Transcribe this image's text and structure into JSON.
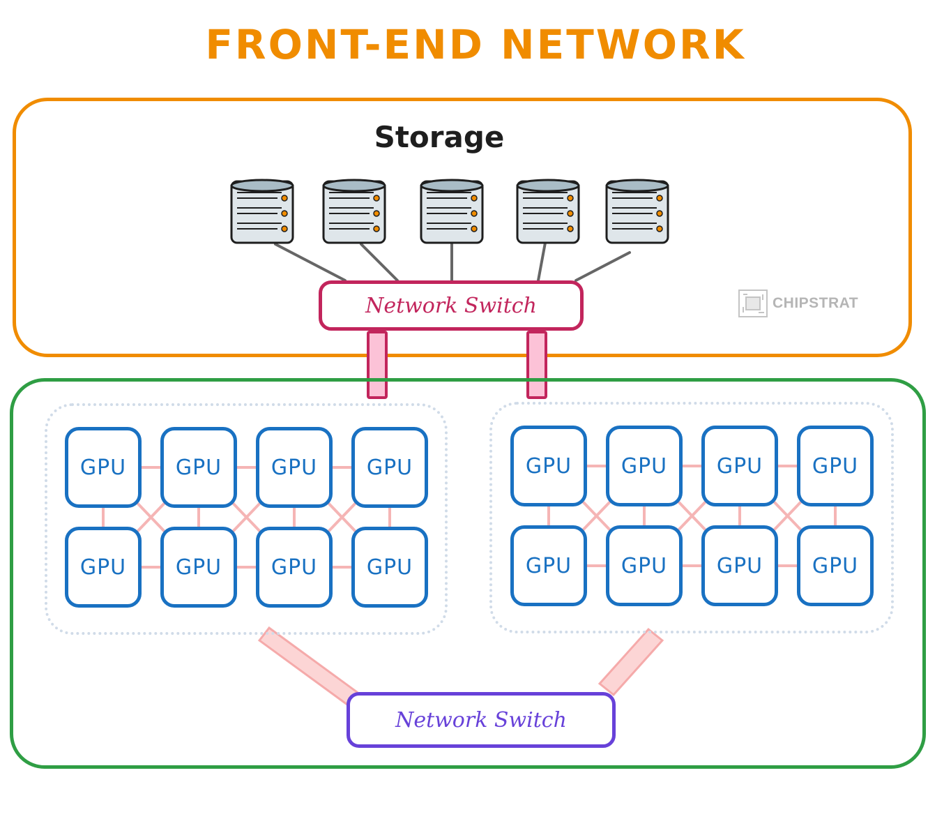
{
  "title": "FRONT-END NETWORK",
  "storage": {
    "label": "Storage",
    "servers": [
      "storage-server-1",
      "storage-server-2",
      "storage-server-3",
      "storage-server-4",
      "storage-server-5"
    ]
  },
  "storage_switch": {
    "label": "Network Switch"
  },
  "backend_switch": {
    "label": "Network Switch"
  },
  "pods": [
    {
      "gpus": [
        "GPU",
        "GPU",
        "GPU",
        "GPU",
        "GPU",
        "GPU",
        "GPU",
        "GPU"
      ]
    },
    {
      "gpus": [
        "GPU",
        "GPU",
        "GPU",
        "GPU",
        "GPU",
        "GPU",
        "GPU",
        "GPU"
      ]
    }
  ],
  "watermark": {
    "text": "CHIPSTRAT"
  },
  "colors": {
    "frontend_orange": "#f08c00",
    "compute_green": "#2f9e44",
    "storage_switch": "#c2255c",
    "backend_switch": "#6741d9",
    "gpu_blue": "#1971c2",
    "link_pink": "#fcc2d7"
  }
}
